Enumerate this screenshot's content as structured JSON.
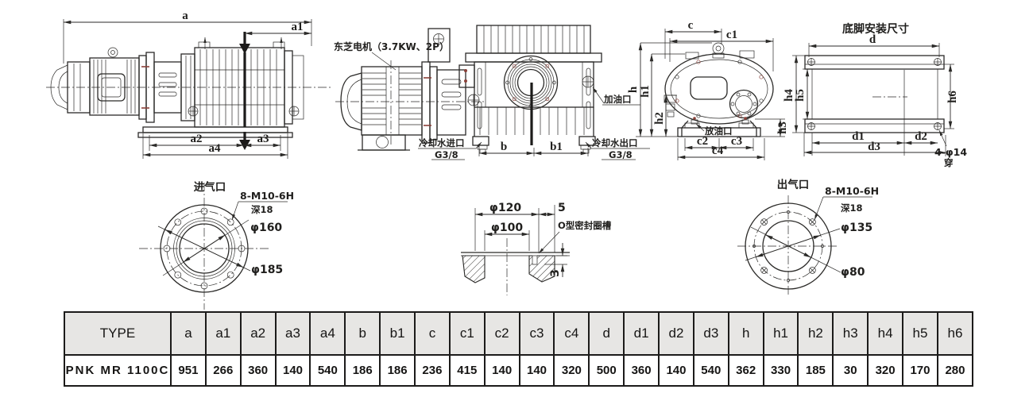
{
  "views": {
    "side": {
      "a": "a",
      "a1": "a1",
      "a2": "a2",
      "a3": "a3",
      "a4": "a4"
    },
    "front": {
      "motor_label": "东芝电机（3.7KW、2P）",
      "oil_fill": "加油口",
      "water_in": "冷却水进口",
      "water_in_thread": "G3/8",
      "water_out": "冷却水出口",
      "water_out_thread": "G3/8",
      "b": "b",
      "b1": "b1"
    },
    "profile": {
      "c": "c",
      "c1": "c1",
      "c2": "c2",
      "c3": "c3",
      "c4": "c4",
      "h": "h",
      "h1": "h1",
      "h2": "h2",
      "h3": "h3",
      "oil_drain": "放油口"
    },
    "foot": {
      "title": "底脚安装尺寸",
      "d": "d",
      "d1": "d1",
      "d2": "d2",
      "d3": "d3",
      "h4": "h4",
      "h5": "h5",
      "h6": "h6",
      "holes": "4-φ14",
      "holes_note": "穿"
    },
    "inlet": {
      "title": "进气口",
      "bolts": "8-M10-6H",
      "depth": "深18",
      "dia_inner": "φ160",
      "dia_outer": "φ185"
    },
    "section": {
      "dia_outer": "φ120",
      "dia_inner": "φ100",
      "groove_width": "5",
      "groove_depth": "3",
      "oring": "O型密封圈槽"
    },
    "outlet": {
      "title": "出气口",
      "bolts": "8-M10-6H",
      "depth": "深18",
      "dia_bolt": "φ135",
      "dia_inner": "φ80"
    }
  },
  "table": {
    "headers": [
      "TYPE",
      "a",
      "a1",
      "a2",
      "a3",
      "a4",
      "b",
      "b1",
      "c",
      "c1",
      "c2",
      "c3",
      "c4",
      "d",
      "d1",
      "d2",
      "d3",
      "h",
      "h1",
      "h2",
      "h3",
      "h4",
      "h5",
      "h6"
    ],
    "rows": [
      {
        "label": "PNK MR 1100C",
        "values": [
          "951",
          "266",
          "360",
          "140",
          "540",
          "186",
          "186",
          "236",
          "415",
          "140",
          "140",
          "320",
          "500",
          "360",
          "140",
          "540",
          "362",
          "330",
          "185",
          "30",
          "320",
          "170",
          "280"
        ]
      }
    ]
  },
  "colors": {
    "line": "#2b2a28",
    "table_header_bg": "#e7e6e4",
    "accent_red": "#8a4038"
  }
}
